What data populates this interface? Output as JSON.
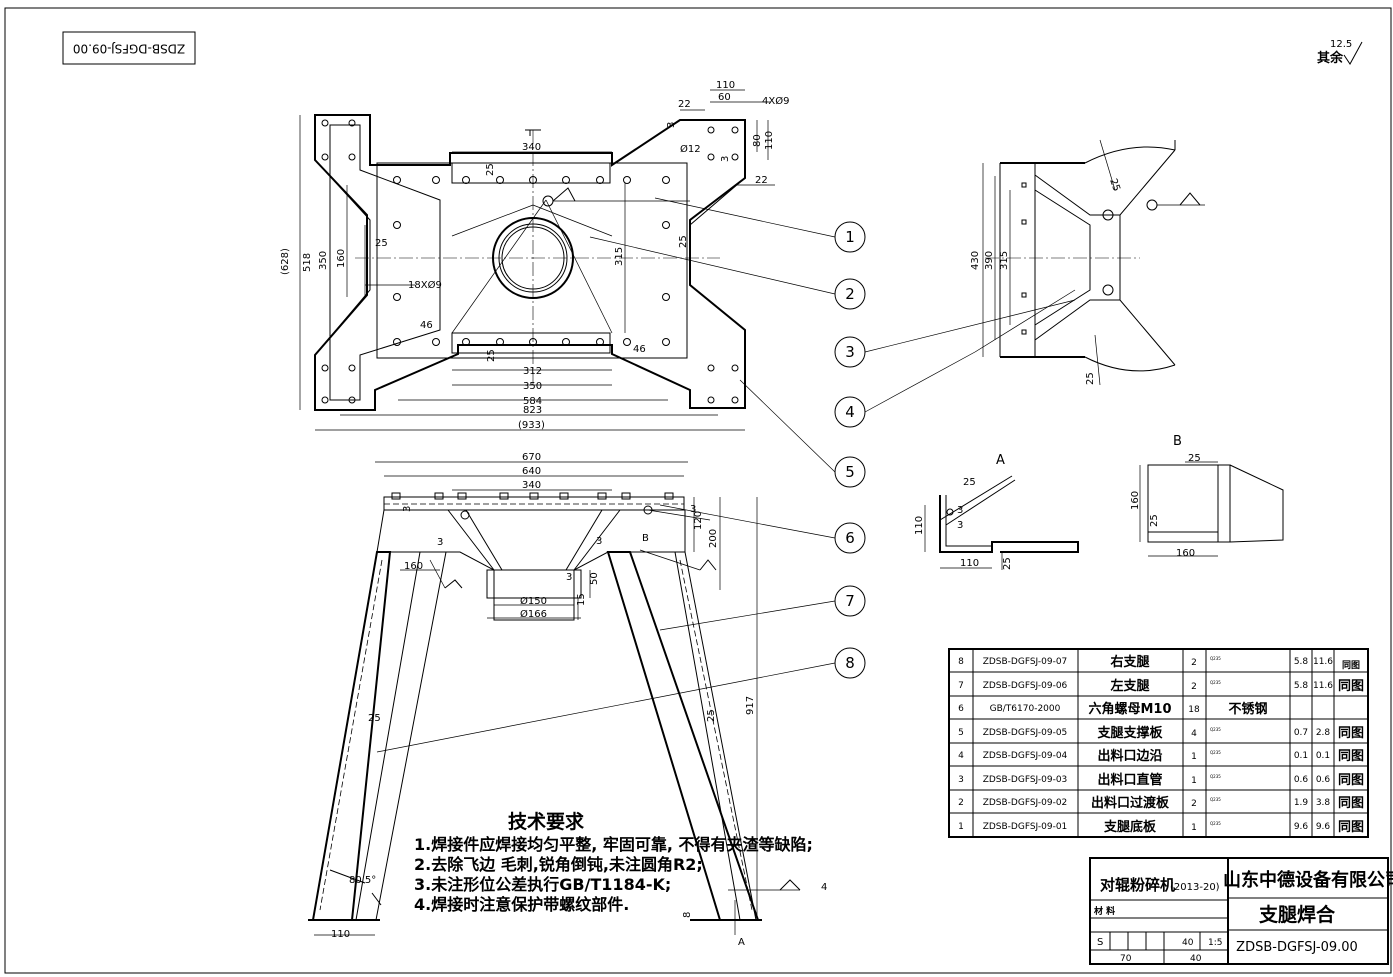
{
  "drawing_code_box": "ZDSB-DGFSJ-09.00",
  "roughness": {
    "value": "12.5",
    "label": "其余"
  },
  "views": {
    "top": {
      "dims": {
        "d110": "110",
        "d60": "60",
        "d22a": "22",
        "d4x9": "4XØ9",
        "d3a": "3",
        "d80": "80",
        "d110v": "110",
        "d12": "Ø12",
        "d3b": "3",
        "d22b": "22",
        "d340": "340",
        "d25a": "25",
        "d25b": "25",
        "d25c": "25",
        "d25d": "25",
        "d315": "315",
        "d160": "160",
        "d350v": "350",
        "d518": "518",
        "d628": "(628)",
        "d18x9": "18XØ9",
        "d46a": "46",
        "d46b": "46",
        "d312": "312",
        "d350": "350",
        "d584": "584",
        "d823": "823",
        "d933": "(933)"
      }
    },
    "front": {
      "dims": {
        "d670": "670",
        "d640": "640",
        "d340": "340",
        "d3a": "3",
        "d3b": "3",
        "d3c": "3",
        "d3d": "3",
        "d120": "120",
        "d200": "200",
        "d160": "160",
        "d3e": "3",
        "d50": "50",
        "d15": "15",
        "d150": "Ø150",
        "d166": "Ø166",
        "d917": "917",
        "d25a": "25",
        "d25b": "25",
        "d805": "80.5°",
        "d110": "110",
        "d8": "8",
        "d4": "4",
        "viewB": "B",
        "viewA": "A"
      }
    },
    "side": {
      "dims": {
        "d430": "430",
        "d390": "390",
        "d315": "315",
        "d25a": "25",
        "d25b": "25"
      }
    },
    "section_a": {
      "title": "A",
      "dims": {
        "d25": "25",
        "d3a": "3",
        "d3b": "3",
        "d110v": "110",
        "d110": "110",
        "d25b": "25"
      }
    },
    "section_b": {
      "title": "B",
      "dims": {
        "d25": "25",
        "d160v": "160",
        "d25b": "25",
        "d160": "160"
      }
    }
  },
  "balloons": [
    "1",
    "2",
    "3",
    "4",
    "5",
    "6",
    "7",
    "8"
  ],
  "tech_requirements": {
    "title": "技术要求",
    "items": [
      "1.焊接件应焊接均匀平整, 牢固可靠, 不得有夹渣等缺陷;",
      "2.去除飞边 毛刺,锐角倒钝,未注圆角R2;",
      "3.未注形位公差执行GB/T1184-K;",
      "4.焊接时注意保护带螺纹部件."
    ]
  },
  "bom": [
    {
      "no": "8",
      "code": "ZDSB-DGFSJ-09-07",
      "name": "右支腿",
      "qty": "2",
      "material": "Q235",
      "unit_wt": "5.8",
      "total_wt": "11.6",
      "note": "同图"
    },
    {
      "no": "7",
      "code": "ZDSB-DGFSJ-09-06",
      "name": "左支腿",
      "qty": "2",
      "material": "Q235",
      "unit_wt": "5.8",
      "total_wt": "11.6",
      "note": "同图"
    },
    {
      "no": "6",
      "code": "GB/T6170-2000",
      "name": "六角螺母M10",
      "qty": "18",
      "material": "不锈钢",
      "unit_wt": "",
      "total_wt": "",
      "note": ""
    },
    {
      "no": "5",
      "code": "ZDSB-DGFSJ-09-05",
      "name": "支腿支撑板",
      "qty": "4",
      "material": "Q235",
      "unit_wt": "0.7",
      "total_wt": "2.8",
      "note": "同图"
    },
    {
      "no": "4",
      "code": "ZDSB-DGFSJ-09-04",
      "name": "出料口边沿",
      "qty": "1",
      "material": "Q235",
      "unit_wt": "0.1",
      "total_wt": "0.1",
      "note": "同图"
    },
    {
      "no": "3",
      "code": "ZDSB-DGFSJ-09-03",
      "name": "出料口直管",
      "qty": "1",
      "material": "Q235",
      "unit_wt": "0.6",
      "total_wt": "0.6",
      "note": "同图"
    },
    {
      "no": "2",
      "code": "ZDSB-DGFSJ-09-02",
      "name": "出料口过渡板",
      "qty": "2",
      "material": "Q235",
      "unit_wt": "1.9",
      "total_wt": "3.8",
      "note": "同图"
    },
    {
      "no": "1",
      "code": "ZDSB-DGFSJ-09-01",
      "name": "支腿底板",
      "qty": "1",
      "material": "Q235",
      "unit_wt": "9.6",
      "total_wt": "9.6",
      "note": "同图"
    }
  ],
  "title_block": {
    "product": "对辊粉碎机",
    "product_year": "(2013-20)",
    "company": "山东中德设备有限公司",
    "material_label": "材 料",
    "part_name": "支腿焊合",
    "s_label": "S",
    "n40": "40",
    "scale": "1:5",
    "n70": "70",
    "n40b": "40",
    "drawing_no": "ZDSB-DGFSJ-09.00"
  }
}
